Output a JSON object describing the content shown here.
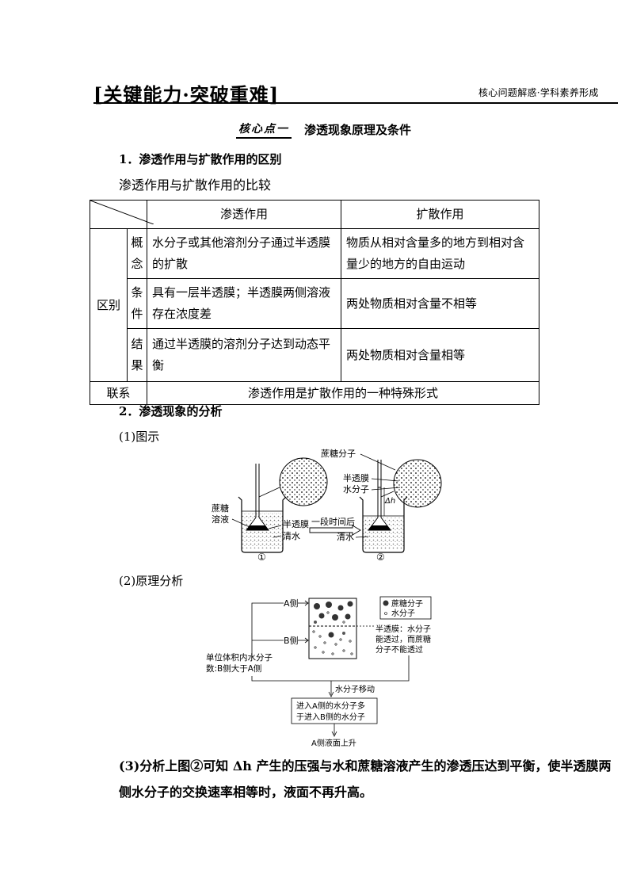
{
  "header": {
    "title": "[关键能力·突破重难]",
    "right_caption": "核心问题解惑·学科素养形成"
  },
  "key_point": {
    "badge": "核心点一",
    "title": "渗透现象原理及条件"
  },
  "section1": {
    "heading": "1．渗透作用与扩散作用的区别",
    "subtitle": "渗透作用与扩散作用的比较"
  },
  "table": {
    "col_osmosis": "渗透作用",
    "col_diffusion": "扩散作用",
    "group_label": "区别",
    "rows": [
      {
        "label1": "概",
        "label2": "念",
        "osmosis": "水分子或其他溶剂分子通过半透膜的扩散",
        "diffusion": "物质从相对含量多的地方到相对含量少的地方的自由运动"
      },
      {
        "label1": "条",
        "label2": "件",
        "osmosis": "具有一层半透膜；半透膜两侧溶液存在浓度差",
        "diffusion": "两处物质相对含量不相等"
      },
      {
        "label1": "结",
        "label2": "果",
        "osmosis": "通过半透膜的溶剂分子达到动态平衡",
        "diffusion": "两处物质相对含量相等"
      }
    ],
    "link_label": "联系",
    "link_value": "渗透作用是扩散作用的一种特殊形式"
  },
  "section2": {
    "heading": "2．渗透现象的分析",
    "part1": "(1)图示",
    "part2": "(2)原理分析",
    "part3": "(3)分析上图②可知 Δh 产生的压强与水和蔗糖溶液产生的渗透压达到平衡，使半透膜两侧水分子的交换速率相等时，液面不再升高。"
  },
  "figure1": {
    "label_sucrose_solution_1": "蔗糖",
    "label_sucrose_solution_2": "溶液",
    "label_membrane": "半透膜",
    "label_water": "清水",
    "label_time": "一段时间后",
    "label_sucrose_molecule": "蔗糖分子",
    "label_membrane_2": "半透膜",
    "label_water_molecule": "水分子",
    "label_dh": "Δh",
    "label_water_2": "清水",
    "num1": "①",
    "num2": "②"
  },
  "figure2": {
    "side_a": "A侧",
    "side_b": "B侧",
    "legend_sucrose": "蔗糖分子",
    "legend_water": "水分子",
    "membrane_note_1": "半透膜：水分子",
    "membrane_note_2": "能透过，而蔗糖",
    "membrane_note_3": "分子不能透过",
    "left_note_1": "单位体积内水分子",
    "left_note_2": "数:B侧大于A侧",
    "arrow_label": "水分子移动",
    "box_1": "进入A侧的水分子多",
    "box_2": "于进入B侧的水分子",
    "result": "A侧液面上升"
  }
}
